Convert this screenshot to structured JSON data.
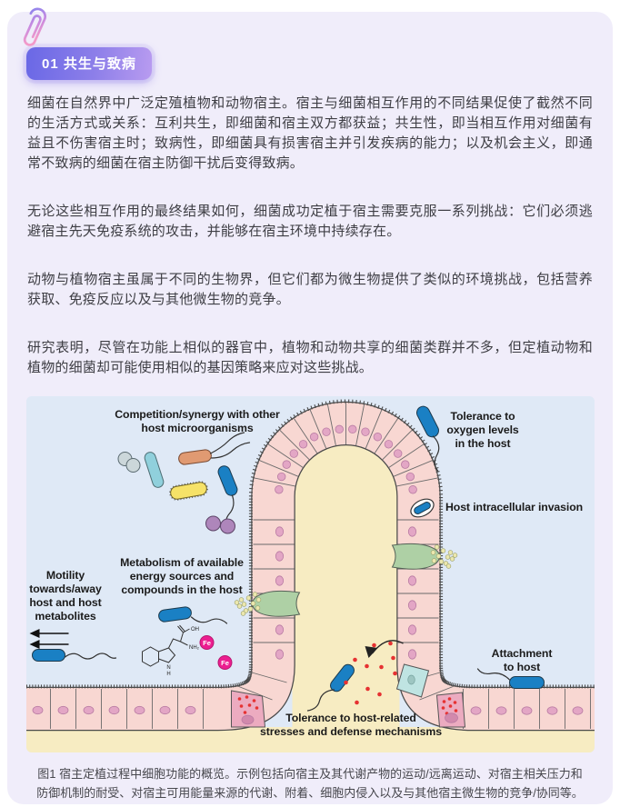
{
  "page": {
    "background": "#ffffff",
    "panel_background": "#f0edfa"
  },
  "section": {
    "badge_label": "01 共生与致病",
    "accent_from": "#6a68e6",
    "accent_to": "#b89bf0"
  },
  "paragraphs": [
    "细菌在自然界中广泛定殖植物和动物宿主。宿主与细菌相互作用的不同结果促使了截然不同的生活方式或关系：互利共生，即细菌和宿主双方都获益；共生性，即当相互作用对细菌有益且不伤害宿主时；致病性，即细菌具有损害宿主并引发疾病的能力；以及机会主义，即通常不致病的细菌在宿主防御干扰后变得致病。",
    "无论这些相互作用的最终结果如何，细菌成功定植于宿主需要克服一系列挑战：它们必须逃避宿主先天免疫系统的攻击，并能够在宿主环境中持续存在。",
    "动物与植物宿主虽属于不同的生物界，但它们都为微生物提供了类似的环境挑战，包括营养获取、免疫反应以及与其他微生物的竞争。",
    "研究表明，尽管在功能上相似的器官中，植物和动物共享的细菌类群并不多，但定植动物和植物的细菌却可能使用相似的基因策略来应对这些挑战。"
  ],
  "figure": {
    "colors": {
      "bg": "#dfe9f6",
      "lumen": "#f7ecc2",
      "cell_fill": "#f8d7d2",
      "cell_outline": "#4a4a4a",
      "division": "#6a6a6a",
      "nucleus_fill": "#e3a6c5",
      "nucleus_stroke": "#b97ca3",
      "bacteria_blue": "#1a80c4",
      "goblet_green": "#aed0a5",
      "granule_yellow": "#ece7ae",
      "paneth_pink": "#ecabc0",
      "paneth_nucleus": "#d289ac",
      "cyan_cell": "#bfe4e2",
      "cyan_nucleus": "#9ec6c2",
      "red_dot": "#e63232",
      "fe_pink": "#ec1e90",
      "gray_cocci": "#ccd7da",
      "cyan_rod": "#90d0dc",
      "orange_rod": "#e09a72",
      "yellow_rod": "#f6e268",
      "purple_cocci": "#ae86bb"
    },
    "labels": {
      "competition": "Competition/synergy with other\nhost microorganisms",
      "oxygen": "Tolerance to\noxygen levels\nin the host",
      "invasion": "Host intracellular invasion",
      "metabolism": "Metabolism of available\nenergy sources and\ncompounds in the host",
      "motility": "Motility\ntowards/away\nhost and host\nmetabolites",
      "stress": "Tolerance to host-related\nstresses and defense mechanisms",
      "attachment": "Attachment\nto host",
      "fe": "Fe",
      "molecule": {
        "oh": "OH",
        "nh2": "NH₂",
        "n": "N",
        "h": "H"
      }
    }
  },
  "caption": "图1 宿主定植过程中细胞功能的概览。示例包括向宿主及其代谢产物的运动/远离运动、对宿主相关压力和防御机制的耐受、对宿主可用能量来源的代谢、附着、细胞内侵入以及与其他宿主微生物的竞争/协同等。"
}
